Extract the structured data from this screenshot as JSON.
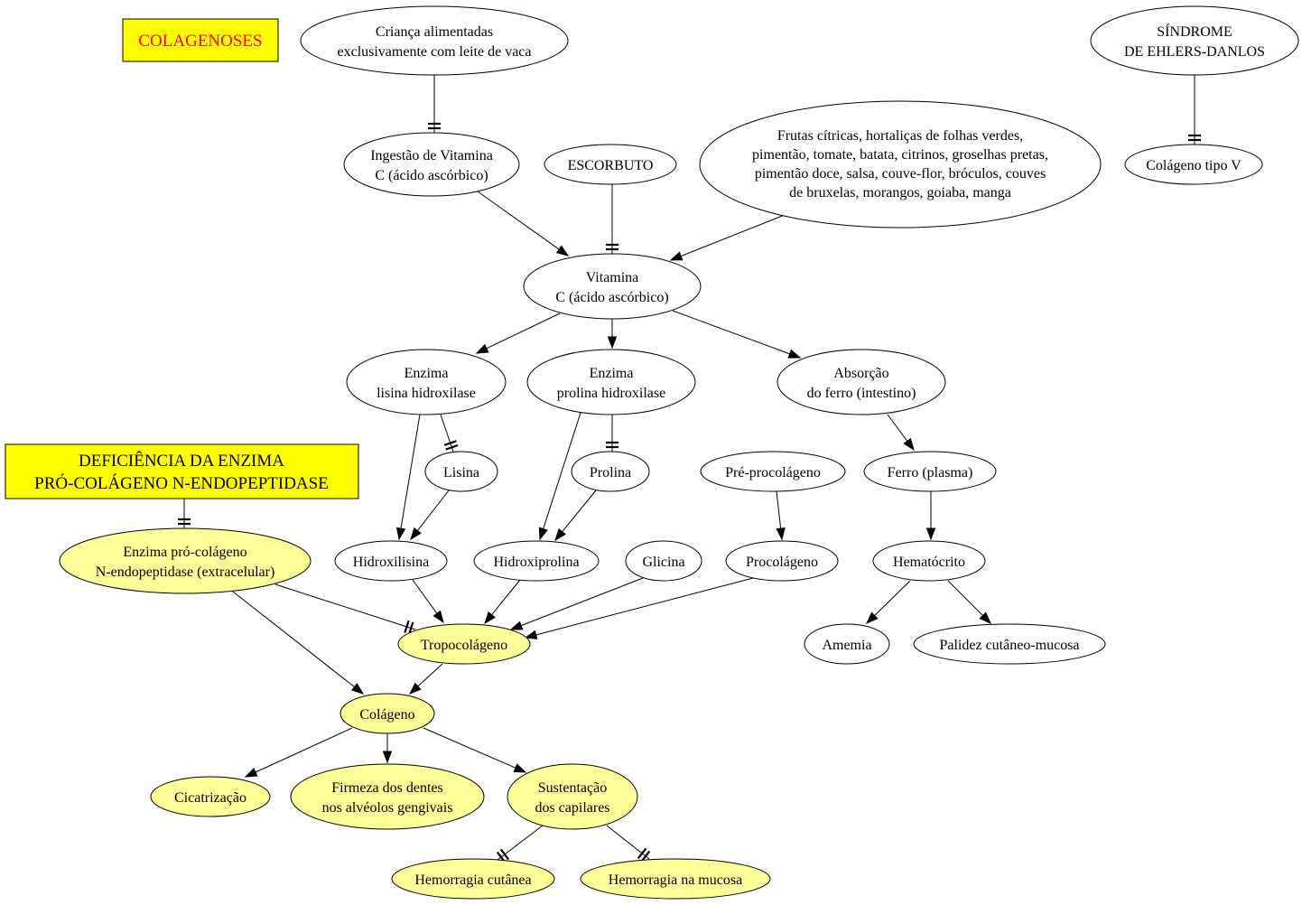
{
  "title_boxes": {
    "colagenoses": "COLAGENOSES",
    "deficiencia_line1": "DEFICIÊNCIA DA ENZIMA",
    "deficiencia_line2": "PRÓ-COLÁGENO N-ENDOPEPTIDASE"
  },
  "nodes": {
    "crianca_l1": "Criança alimentadas",
    "crianca_l2": "exclusivamente com leite de vaca",
    "ingestao_l1": "Ingestão de Vitamina",
    "ingestao_l2": "C (ácido ascórbico)",
    "escorbuto": "ESCORBUTO",
    "frutas_l1": "Frutas cítricas, hortaliças de folhas verdes,",
    "frutas_l2": "pimentão, tomate, batata, citrinos, groselhas pretas,",
    "frutas_l3": "pimentão doce, salsa, couve-flor, bróculos, couves",
    "frutas_l4": "de bruxelas, morangos, goiaba, manga",
    "sindrome_l1": "SÍNDROME",
    "sindrome_l2": "DE EHLERS-DANLOS",
    "colageno_v": "Colágeno tipo V",
    "vitamina_l1": "Vitamina",
    "vitamina_l2": "C (ácido ascórbico)",
    "lisina_hidrox_l1": "Enzima",
    "lisina_hidrox_l2": "lisina hidroxilase",
    "prolina_hidrox_l1": "Enzima",
    "prolina_hidrox_l2": "prolina hidroxilase",
    "absorcao_l1": "Absorção",
    "absorcao_l2": "do ferro (intestino)",
    "lisina": "Lisina",
    "prolina": "Prolina",
    "pre_procolageno": "Pré-procolágeno",
    "ferro_plasma": "Ferro (plasma)",
    "enzima_pro_l1": "Enzima pró-colágeno",
    "enzima_pro_l2": "N-endopeptidase (extracelular)",
    "hidroxilisina": "Hidroxilisina",
    "hidroxiprolina": "Hidroxiprolina",
    "glicina": "Glicina",
    "procolageno": "Procolágeno",
    "hematocrito": "Hematócrito",
    "tropocolageno": "Tropocolágeno",
    "amemia": "Amemia",
    "palidez": "Palidez cutâneo-mucosa",
    "colageno": "Colágeno",
    "cicatrizacao": "Cicatrização",
    "firmeza_l1": "Firmeza dos dentes",
    "firmeza_l2": "nos alvéolos gengivais",
    "sustentacao_l1": "Sustentação",
    "sustentacao_l2": "dos capilares",
    "hemorragia_cutanea": "Hemorragia cutânea",
    "hemorragia_mucosa": "Hemorragia na mucosa"
  },
  "colors": {
    "title_box_fill": "#ffff00",
    "title_red": "#ff0000",
    "highlight_node_fill": "#ffff99",
    "plain_node_fill": "#ffffff",
    "stroke": "#000000"
  }
}
